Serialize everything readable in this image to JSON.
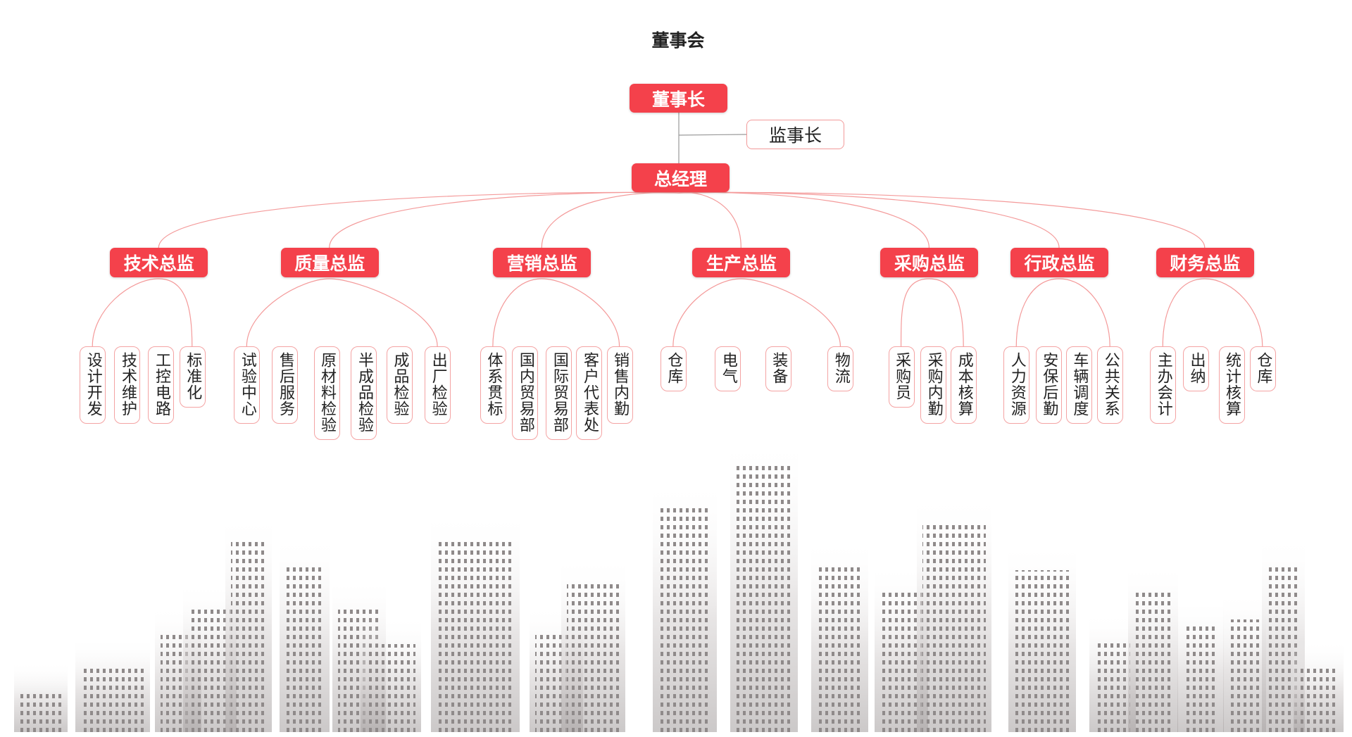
{
  "title": "董事会",
  "chairman": "董事长",
  "supervisor": "监事长",
  "general_manager": "总经理",
  "colors": {
    "accent": "#f4414b",
    "border": "#f4a3a3"
  },
  "directors": [
    {
      "label": "技术总监",
      "units": [
        "设计开发",
        "技术维护",
        "工控电路",
        "标准化"
      ]
    },
    {
      "label": "质量总监",
      "units": [
        "试验中心",
        "售后服务",
        "原材料检验",
        "半成品检验",
        "成品检验",
        "出厂检验"
      ]
    },
    {
      "label": "营销总监",
      "units": [
        "体系贯标",
        "国内贸易部",
        "国际贸易部",
        "客户代表处",
        "销售内勤"
      ]
    },
    {
      "label": "生产总监",
      "units": [
        "仓库",
        "电气",
        "装备",
        "物流"
      ]
    },
    {
      "label": "采购总监",
      "units": [
        "采购员",
        "采购内勤",
        "成本核算"
      ]
    },
    {
      "label": "行政总监",
      "units": [
        "人力资源",
        "安保后勤",
        "车辆调度",
        "公共关系"
      ]
    },
    {
      "label": "财务总监",
      "units": [
        "主办会计",
        "出纳",
        "统计核算",
        "仓库"
      ]
    }
  ]
}
